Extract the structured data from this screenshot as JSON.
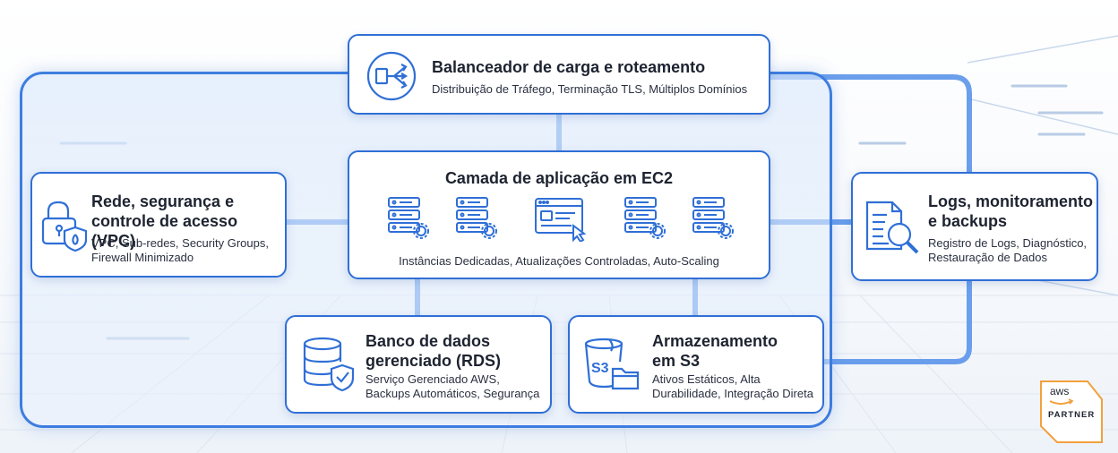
{
  "load_balancer": {
    "title": "Balanceador de carga e roteamento",
    "description": "Distribuição de Tráfego, Terminação TLS, Múltiplos Domínios"
  },
  "ec2": {
    "title": "Camada de aplicação em EC2",
    "description": "Instâncias Dedicadas, Atualizações Controladas, Auto-Scaling"
  },
  "vpc": {
    "title": "Rede, segurança e\ncontrole de acesso (VPC)",
    "description": "VPC, Sub-redes, Security Groups,\nFirewall Minimizado"
  },
  "rds": {
    "title": "Banco de dados\ngerenciado (RDS)",
    "description": "Serviço Gerenciado AWS,\nBackups Automáticos, Segurança"
  },
  "s3": {
    "title": "Armazenamento\nem S3",
    "description": "Ativos Estáticos, Alta\nDurabilidade, Integração Direta",
    "icon_label": "S3"
  },
  "logs": {
    "title": "Logs, monitoramento\ne backups",
    "description": "Registro de Logs, Diagnóstico,\nRestauração de Dados"
  },
  "badge": {
    "brand": "aws",
    "label": "PARTNER"
  },
  "colors": {
    "accent": "#2f6fd6",
    "connector": "#5b95ea",
    "badge_orange": "#f2a03d"
  }
}
